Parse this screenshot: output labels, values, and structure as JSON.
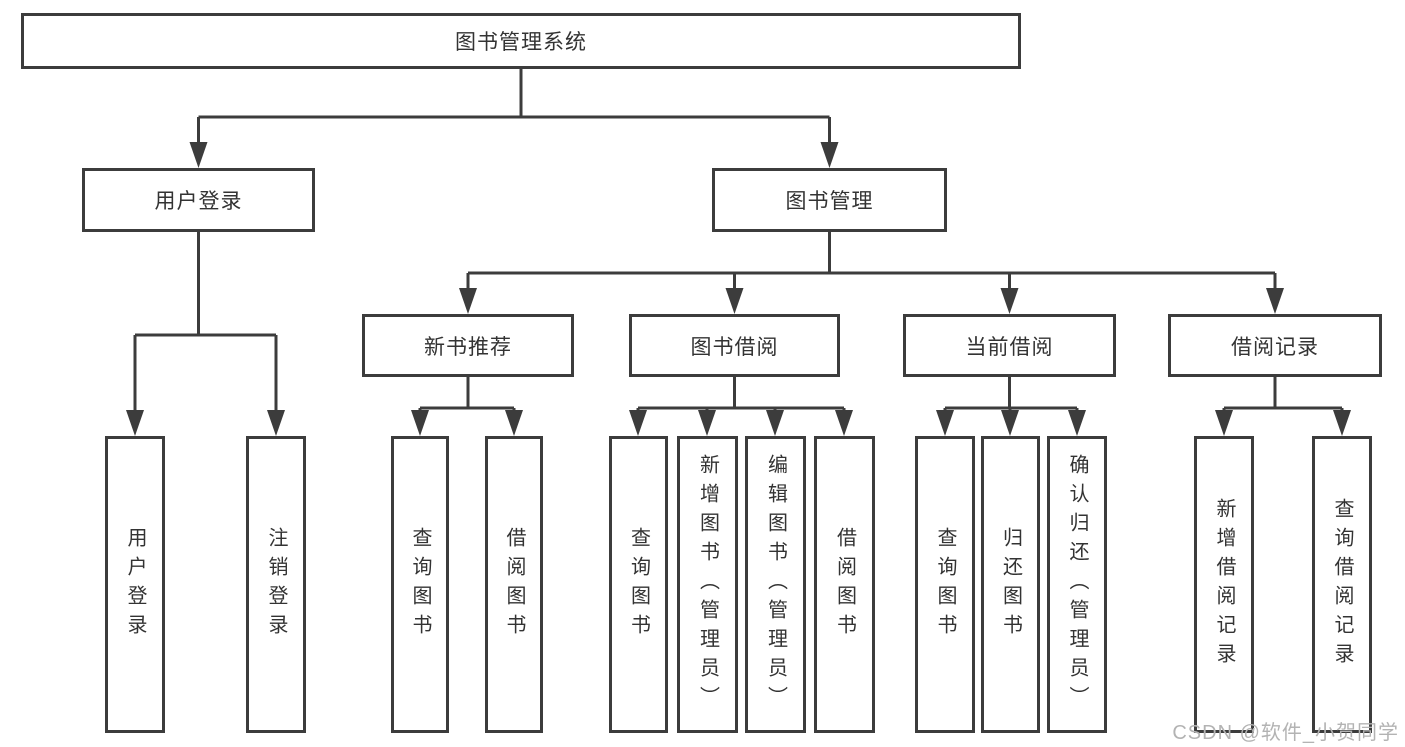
{
  "root_label": "图书管理系统",
  "level2": [
    "用户登录",
    "图书管理"
  ],
  "level3": [
    "新书推荐",
    "图书借阅",
    "当前借阅",
    "借阅记录"
  ],
  "leaves": {
    "user_login": [
      "用户登录",
      "注销登录"
    ],
    "new_book_recommend": [
      "查询图书",
      "借阅图书"
    ],
    "book_borrow": [
      "查询图书",
      "新增图书（管理员）",
      "编辑图书（管理员）",
      "借阅图书"
    ],
    "current_borrow": [
      "查询图书",
      "归还图书",
      "确认归还（管理员）"
    ],
    "borrow_record": [
      "新增借阅记录",
      "查询借阅记录"
    ]
  },
  "watermark": "CSDN @软件_小贺同学",
  "colors": {
    "line": "#3c3c3c",
    "text": "#333333",
    "watermark": "#b3b3b3",
    "background": "#ffffff"
  }
}
